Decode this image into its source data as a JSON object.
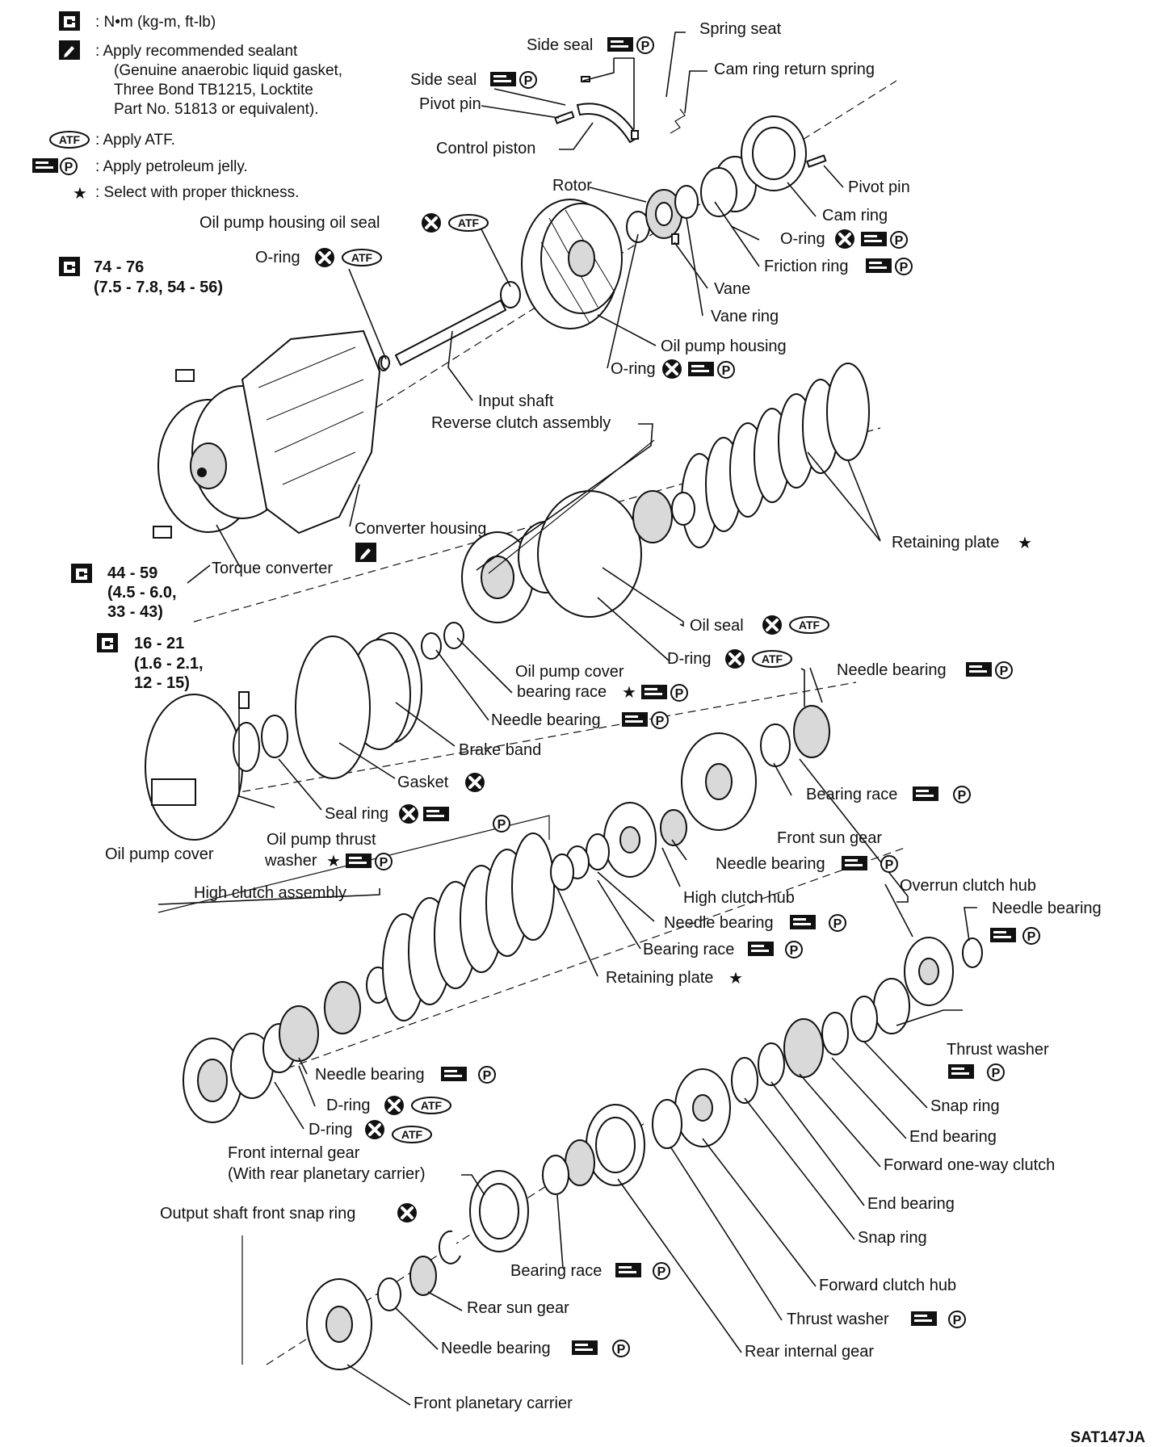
{
  "legend": {
    "torque_note": ": N•m (kg-m, ft-lb)",
    "sealant_line1": ": Apply recommended sealant",
    "sealant_line2": "(Genuine anaerobic liquid gasket,",
    "sealant_line3": "Three Bond TB1215, Locktite",
    "sealant_line4": "Part No. 51813 or equivalent).",
    "atf_note": ": Apply ATF.",
    "jelly_note": ": Apply petroleum jelly.",
    "select_note": ": Select with proper thickness."
  },
  "torques": {
    "t1_main": "74 - 76",
    "t1_sub": "(7.5 - 7.8, 54 - 56)",
    "t2_main": "44 - 59",
    "t2_sub1": "(4.5 - 6.0,",
    "t2_sub2": "33 - 43)",
    "t3_main": "16 - 21",
    "t3_sub1": "(1.6 - 2.1,",
    "t3_sub2": "12 - 15)"
  },
  "labels": {
    "side_seal_1": "Side seal",
    "side_seal_2": "Side seal",
    "spring_seat": "Spring seat",
    "cam_ring_return_spring": "Cam ring return spring",
    "pivot_pin_1": "Pivot pin",
    "control_piston": "Control piston",
    "rotor": "Rotor",
    "pivot_pin_2": "Pivot pin",
    "cam_ring": "Cam ring",
    "oil_pump_housing_oil_seal": "Oil pump housing oil seal",
    "o_ring_1": "O-ring",
    "o_ring_2": "O-ring",
    "friction_ring": "Friction ring",
    "vane": "Vane",
    "vane_ring": "Vane ring",
    "oil_pump_housing": "Oil pump housing",
    "o_ring_3": "O-ring",
    "input_shaft": "Input shaft",
    "reverse_clutch_assembly": "Reverse clutch assembly",
    "converter_housing": "Converter housing",
    "retaining_plate_1": "Retaining plate",
    "torque_converter": "Torque converter",
    "oil_seal": "Oil seal",
    "d_ring_1": "D-ring",
    "oil_pump_cover_bearing_race_1": "Oil pump cover",
    "oil_pump_cover_bearing_race_2": "bearing race",
    "needle_bearing_1": "Needle bearing",
    "needle_bearing_2": "Needle bearing",
    "brake_band": "Brake band",
    "bearing_race_1": "Bearing race",
    "gasket": "Gasket",
    "seal_ring": "Seal ring",
    "front_sun_gear": "Front sun gear",
    "oil_pump_thrust_washer_1": "Oil pump thrust",
    "oil_pump_thrust_washer_2": "washer",
    "oil_pump_cover": "Oil pump cover",
    "needle_bearing_3": "Needle bearing",
    "high_clutch_assembly": "High clutch assembly",
    "overrun_clutch_hub": "Overrun clutch hub",
    "high_clutch_hub": "High clutch hub",
    "needle_bearing_4": "Needle bearing",
    "needle_bearing_5": "Needle bearing",
    "bearing_race_2": "Bearing race",
    "retaining_plate_2": "Retaining plate",
    "thrust_washer_1": "Thrust washer",
    "needle_bearing_6": "Needle bearing",
    "d_ring_2": "D-ring",
    "snap_ring_1": "Snap ring",
    "d_ring_3": "D-ring",
    "end_bearing_1": "End bearing",
    "front_internal_gear_1": "Front internal gear",
    "front_internal_gear_2": "(With rear planetary carrier)",
    "forward_one_way_clutch": "Forward one-way clutch",
    "output_shaft_front_snap_ring": "Output shaft front snap ring",
    "end_bearing_2": "End bearing",
    "snap_ring_2": "Snap ring",
    "bearing_race_3": "Bearing race",
    "forward_clutch_hub": "Forward clutch hub",
    "rear_sun_gear": "Rear sun gear",
    "thrust_washer_2": "Thrust washer",
    "needle_bearing_7": "Needle bearing",
    "rear_internal_gear": "Rear internal gear",
    "front_planetary_carrier": "Front planetary carrier"
  },
  "symbols": {
    "atf": "ATF",
    "p": "P",
    "star": "★"
  },
  "figure_code": "SAT147JA"
}
